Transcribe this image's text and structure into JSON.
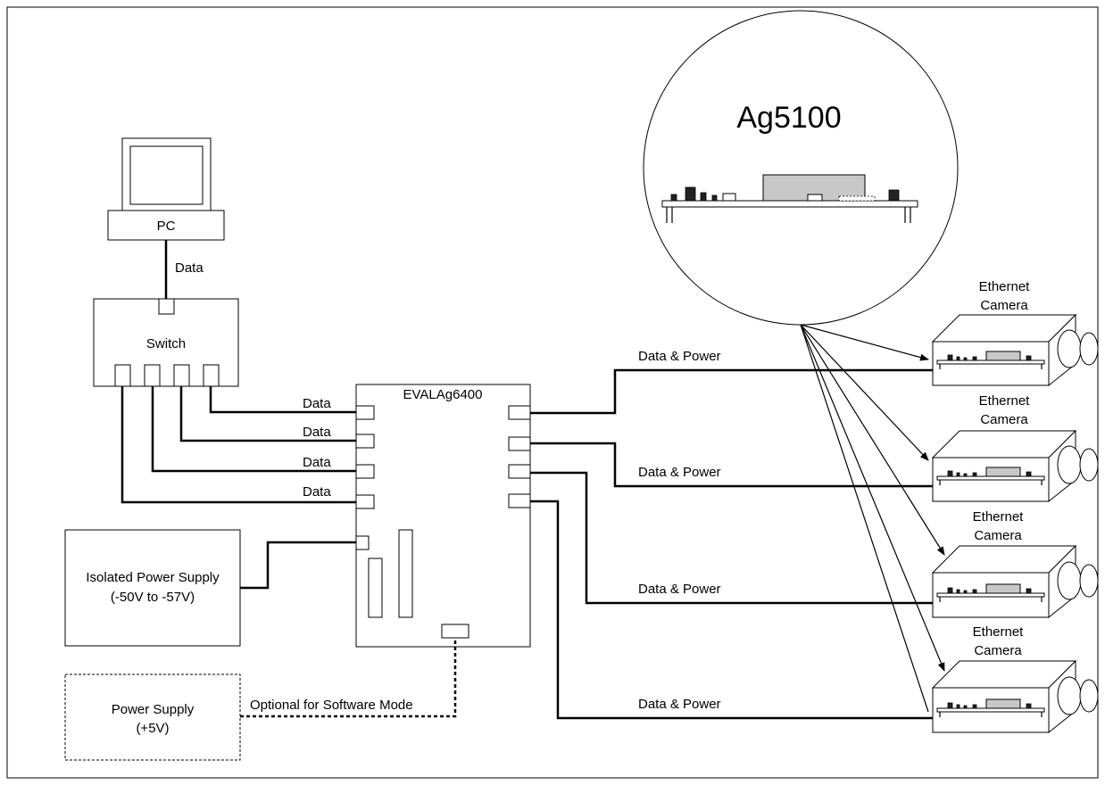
{
  "pc": {
    "label": "PC"
  },
  "switch": {
    "label": "Switch"
  },
  "eval_board": {
    "label": "EVALAg6400"
  },
  "isolated_supply": {
    "line1": "Isolated Power Supply",
    "line2": "(-50V to -57V)"
  },
  "power_supply": {
    "line1": "Power Supply",
    "line2": "(+5V)"
  },
  "module": {
    "label": "Ag5100"
  },
  "links": {
    "pc_switch": "Data",
    "switch_eval": [
      "Data",
      "Data",
      "Data",
      "Data"
    ],
    "eval_cameras": [
      "Data & Power",
      "Data & Power",
      "Data & Power",
      "Data & Power"
    ],
    "optional": "Optional for Software Mode"
  },
  "cameras": [
    {
      "line1": "Ethernet",
      "line2": "Camera"
    },
    {
      "line1": "Ethernet",
      "line2": "Camera"
    },
    {
      "line1": "Ethernet",
      "line2": "Camera"
    },
    {
      "line1": "Ethernet",
      "line2": "Camera"
    }
  ]
}
